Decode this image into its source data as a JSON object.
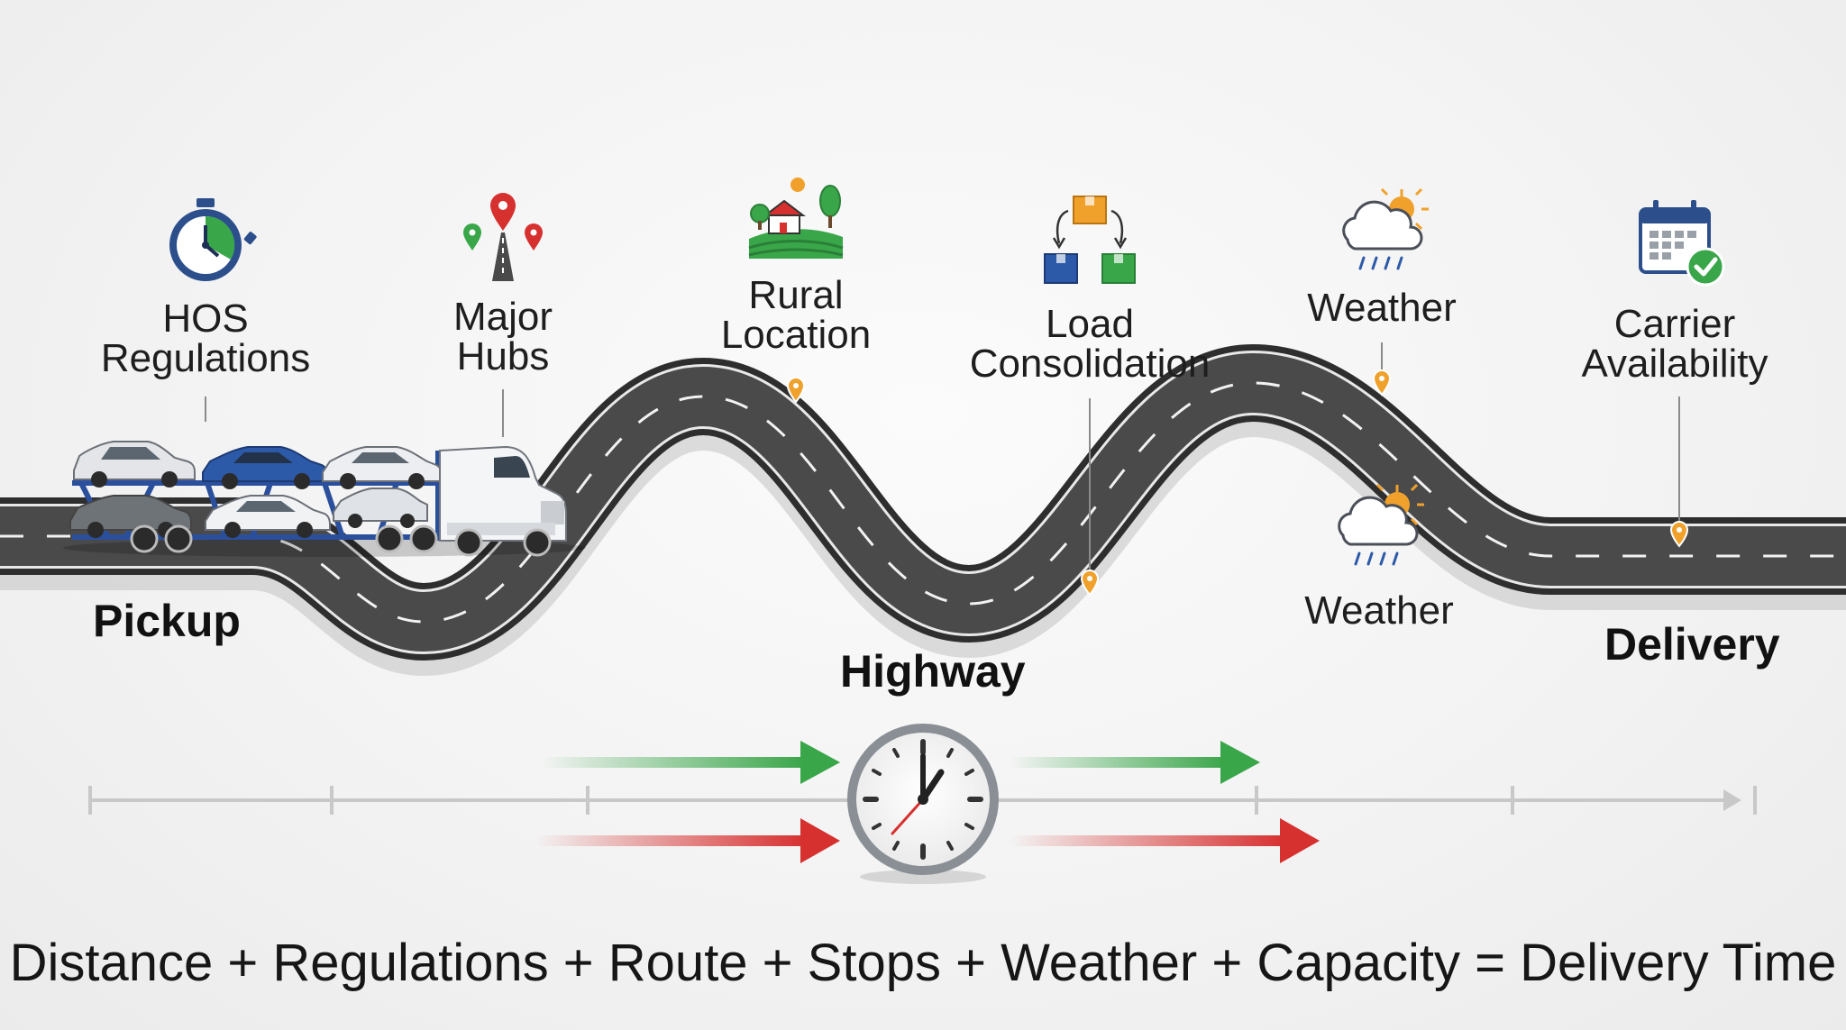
{
  "factors": [
    {
      "id": "hos",
      "lines": [
        "HOS",
        "Regulations"
      ],
      "icon": "stopwatch-icon"
    },
    {
      "id": "hubs",
      "lines": [
        "Major",
        "Hubs"
      ],
      "icon": "map-pins-road-icon"
    },
    {
      "id": "rural",
      "lines": [
        "Rural",
        "Location"
      ],
      "icon": "farmhouse-icon"
    },
    {
      "id": "load",
      "lines": [
        "Load",
        "Consolidation"
      ],
      "icon": "box-consolidation-icon"
    },
    {
      "id": "weather_top",
      "lines": [
        "Weather"
      ],
      "icon": "weather-cloud-rain-icon"
    },
    {
      "id": "carrier",
      "lines": [
        "Carrier",
        "Availability"
      ],
      "icon": "calendar-check-icon"
    }
  ],
  "weather_bottom": {
    "label": "Weather",
    "icon": "weather-cloud-rain-icon"
  },
  "endpoints": {
    "pickup": "Pickup",
    "highway": "Highway",
    "delivery": "Delivery"
  },
  "formula": "Distance + Regulations + Route + Stops + Weather + Capacity = Delivery Time",
  "colors": {
    "road": "#4a4a4a",
    "road_edge": "#2e2e2e",
    "marker": "#f0a12c",
    "fast_arrow": "#3aa64a",
    "slow_arrow": "#d6302f",
    "carrier_trailer": "#2a4f9c",
    "clock_rim": "#8a8f96"
  }
}
